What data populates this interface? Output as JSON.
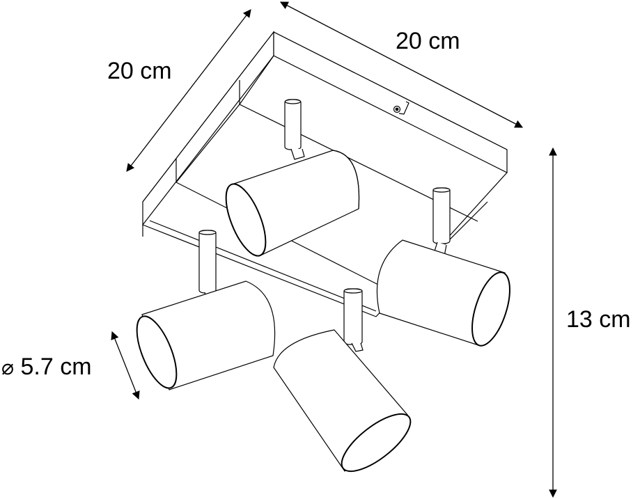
{
  "figure": {
    "subject": "Square ceiling plate with 4 adjustable cylindrical spotlights",
    "stroke_color": "#000000",
    "background": "#ffffff"
  },
  "dimensions": {
    "depth": {
      "value": "20 cm"
    },
    "width": {
      "value": "20 cm"
    },
    "height": {
      "value": "13 cm"
    },
    "diameter": {
      "symbol": "⌀",
      "value": "5.7 cm"
    }
  },
  "spotlights": [
    {
      "name": "back-left",
      "orientation": "horizontal-left"
    },
    {
      "name": "right",
      "orientation": "horizontal-right"
    },
    {
      "name": "front-left",
      "orientation": "horizontal-left"
    },
    {
      "name": "front-center",
      "orientation": "down-right"
    }
  ]
}
